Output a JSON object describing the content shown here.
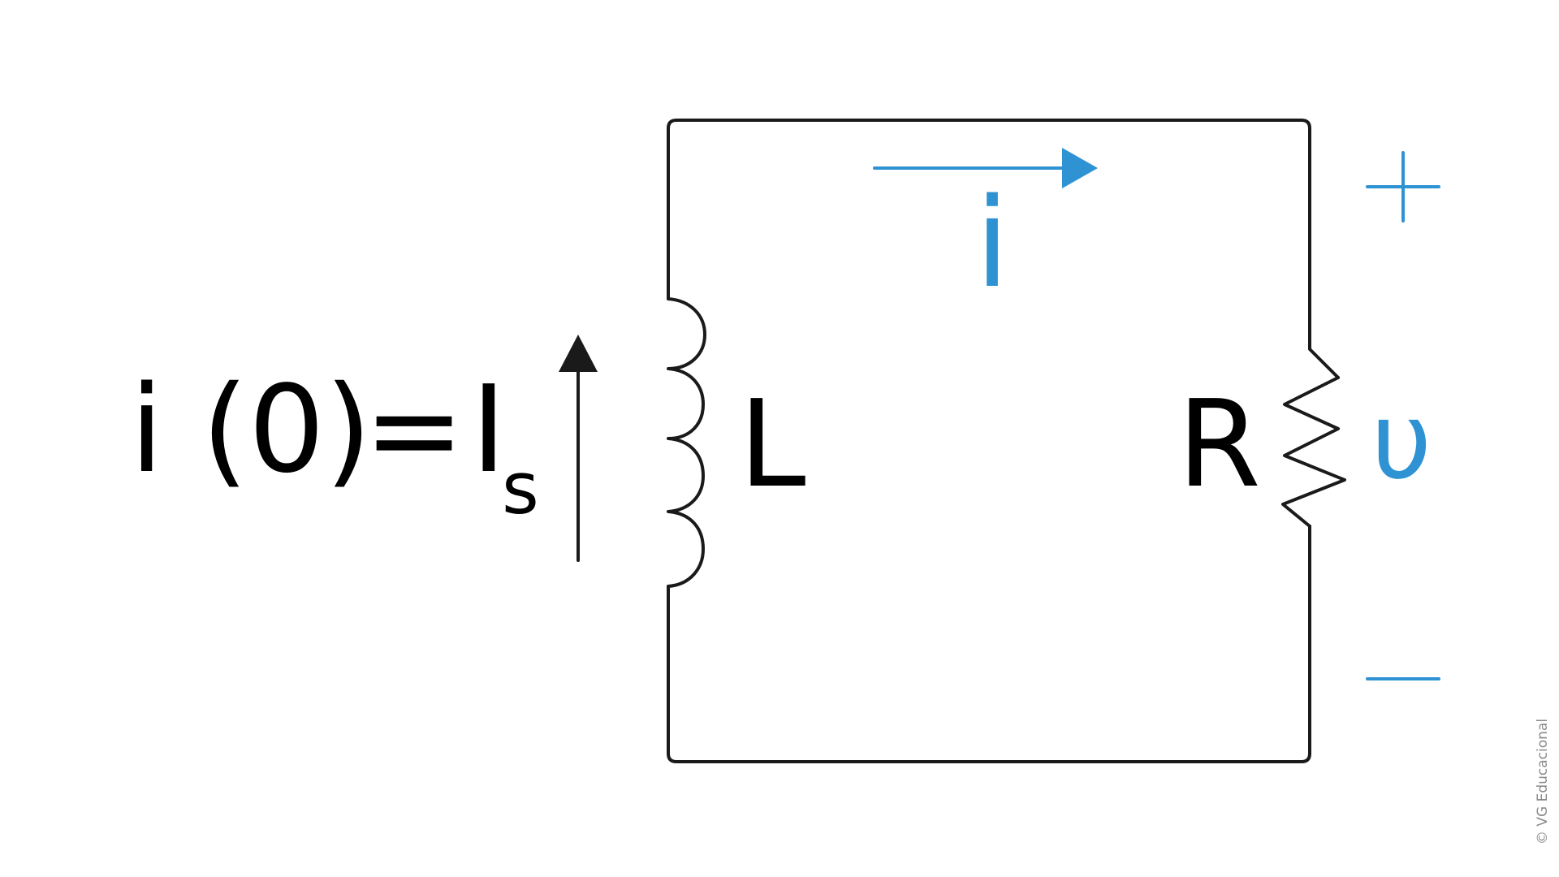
{
  "equation": {
    "lhs": "i (0)",
    "equals": "=",
    "rhs_main": "I",
    "rhs_subscript": "s"
  },
  "components": {
    "inductor_label": "L",
    "resistor_label": "R"
  },
  "current": {
    "label": "i"
  },
  "voltage": {
    "label": "υ",
    "plus": "+",
    "minus": "−"
  },
  "colors": {
    "accent": "#2f93d3",
    "wire": "#1a1a1a",
    "text": "#000000",
    "watermark": "#8a8a8a"
  },
  "watermark": "© VG Educacional"
}
